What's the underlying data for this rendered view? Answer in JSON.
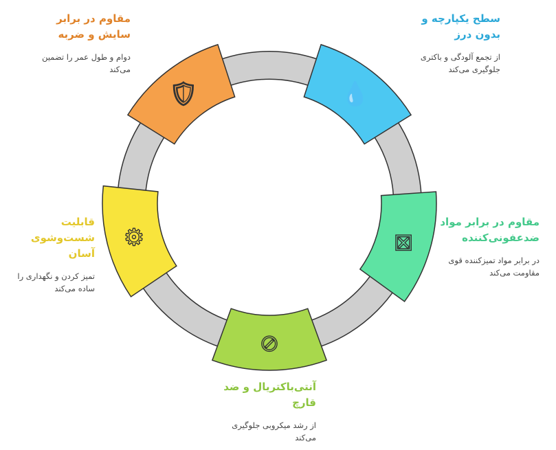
{
  "items": [
    {
      "title": "مقاوم در برابر سایش و ضربه",
      "desc": "دوام و طول عمر را تضمین می‌کند",
      "color": "#f5a04a",
      "text_color": "#e0832a",
      "icon": "shield-drops-icon"
    },
    {
      "title": "سطح یکپارچه و بدون درز",
      "desc": "از تجمع آلودگی و باکتری جلوگیری می‌کند",
      "color": "#4cc8f2",
      "text_color": "#2ba8d8",
      "icon": "drops-trend-icon"
    },
    {
      "title": "مقاوم در برابر مواد ضدعفونی‌کننده",
      "desc": "در برابر مواد تمیزکننده قوی مقاومت می‌کند",
      "color": "#5ee3a3",
      "text_color": "#44c98b",
      "icon": "bottle-drop-icon"
    },
    {
      "title": "آنتی‌باکتریال و ضد قارچ",
      "desc": "از رشد میکروبی جلوگیری می‌کند",
      "color": "#a8d84c",
      "text_color": "#8cc43e",
      "icon": "no-bacteria-icon"
    },
    {
      "title": "قابلیت شست‌وشوی آسان",
      "desc": "تمیز کردن و نگهداری را ساده می‌کند",
      "color": "#f8e43c",
      "text_color": "#e3c72a",
      "icon": "gear-sparkle-icon"
    }
  ]
}
